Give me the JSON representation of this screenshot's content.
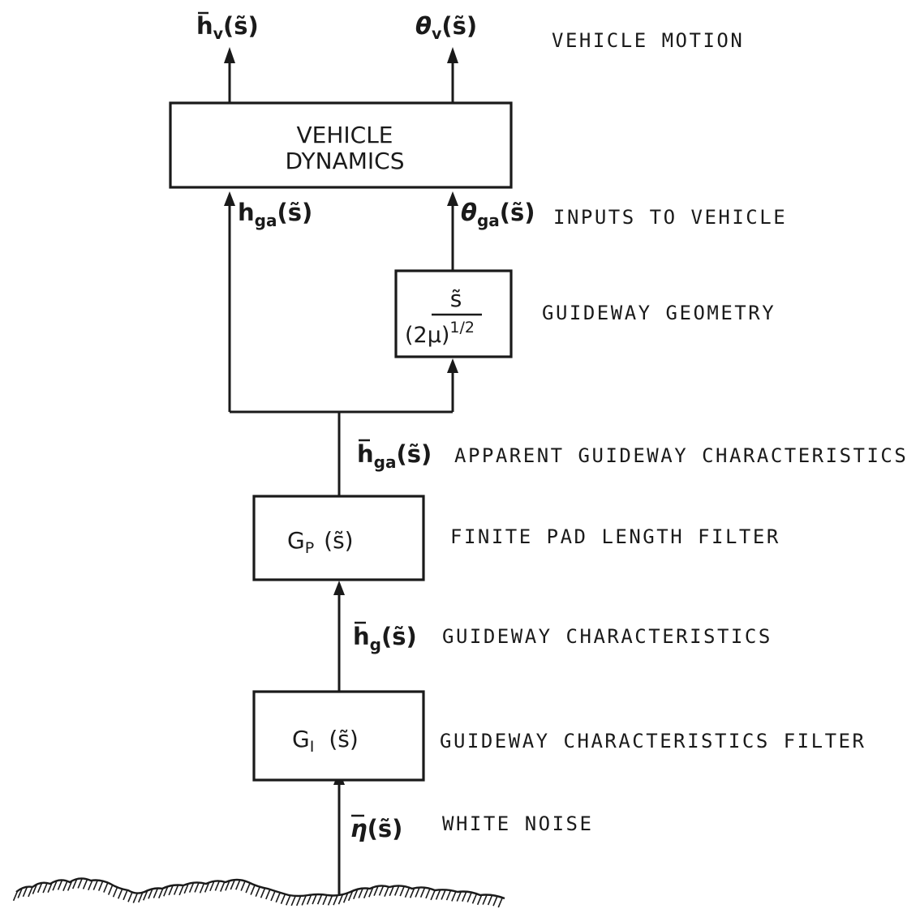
{
  "outputs": {
    "h_v": {
      "base": "h",
      "sub": "v",
      "arg": "(s̃)"
    },
    "theta_v": {
      "base": "θ",
      "sub": "v",
      "arg": "(s̃)"
    },
    "caption": "VEHICLE MOTION"
  },
  "vehicle_dynamics": {
    "line1": "VEHICLE",
    "line2": "DYNAMICS"
  },
  "inputs": {
    "h_ga": {
      "base": "h",
      "sub": "ga",
      "arg": "(s̃)"
    },
    "theta_ga": {
      "base": "θ",
      "sub": "ga",
      "arg": "(s̃)"
    },
    "caption": "INPUTS TO VEHICLE"
  },
  "geometry_block": {
    "numerator": "s̃",
    "denominator": "(2μ)",
    "exponent": "1/2",
    "caption": "GUIDEWAY GEOMETRY"
  },
  "apparent": {
    "base": "h",
    "sub": "ga",
    "arg": "(s̃)",
    "caption": "APPARENT GUIDEWAY CHARACTERISTICS"
  },
  "pad_filter": {
    "base": "G",
    "sub": "P",
    "arg": "(s̃)",
    "caption": "FINITE PAD LENGTH FILTER"
  },
  "guideway": {
    "base": "h",
    "sub": "g",
    "arg": "(s̃)",
    "caption": "GUIDEWAY CHARACTERISTICS"
  },
  "char_filter": {
    "base": "G",
    "sub": "I",
    "arg": "(s̃)",
    "caption": "GUIDEWAY CHARACTERISTICS FILTER"
  },
  "noise": {
    "base": "η",
    "arg": "(s̃)",
    "caption": "WHITE NOISE"
  }
}
